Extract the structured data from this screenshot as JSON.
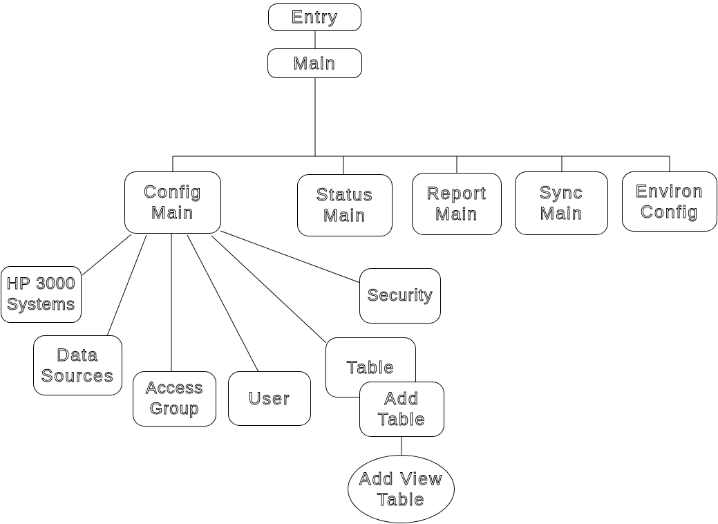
{
  "diagram": {
    "type": "hierarchy-tree",
    "colors": {
      "line": "#000000",
      "background": "#ffffff",
      "node_fill": "#ffffff"
    },
    "nodes": {
      "entry": {
        "label": "Entry",
        "shape": "rounded-rect",
        "lines": [
          "Entry"
        ]
      },
      "main": {
        "label": "Main",
        "shape": "rounded-rect",
        "lines": [
          "Main"
        ]
      },
      "config_main": {
        "label": "Config Main",
        "shape": "rounded-rect",
        "lines": [
          "Config",
          "Main"
        ]
      },
      "status_main": {
        "label": "Status Main",
        "shape": "rounded-rect",
        "lines": [
          "Status",
          "Main"
        ]
      },
      "report_main": {
        "label": "Report Main",
        "shape": "rounded-rect",
        "lines": [
          "Report",
          "Main"
        ]
      },
      "sync_main": {
        "label": "Sync Main",
        "shape": "rounded-rect",
        "lines": [
          "Sync",
          "Main"
        ]
      },
      "environ_config": {
        "label": "Environ Config",
        "shape": "rounded-rect",
        "lines": [
          "Environ",
          "Config"
        ]
      },
      "hp_3000_systems": {
        "label": "HP 3000 Systems",
        "shape": "rounded-rect",
        "lines": [
          "HP 3000",
          "Systems"
        ]
      },
      "data_sources": {
        "label": "Data Sources",
        "shape": "rounded-rect",
        "lines": [
          "Data",
          "Sources"
        ]
      },
      "access_group": {
        "label": "Access Group",
        "shape": "rounded-rect",
        "lines": [
          "Access",
          "Group"
        ]
      },
      "user": {
        "label": "User",
        "shape": "rounded-rect",
        "lines": [
          "User"
        ]
      },
      "security": {
        "label": "Security",
        "shape": "rounded-rect",
        "lines": [
          "Security"
        ]
      },
      "table": {
        "label": "Table",
        "shape": "rounded-rect",
        "lines": [
          "Table"
        ]
      },
      "add_table": {
        "label": "Add Table",
        "shape": "rounded-rect",
        "lines": [
          "Add",
          "Table"
        ]
      },
      "add_view_table": {
        "label": "Add View Table",
        "shape": "ellipse",
        "lines": [
          "Add View",
          "Table"
        ]
      }
    },
    "edges": [
      {
        "from": "entry",
        "to": "main"
      },
      {
        "from": "main",
        "to": "config_main"
      },
      {
        "from": "main",
        "to": "status_main"
      },
      {
        "from": "main",
        "to": "report_main"
      },
      {
        "from": "main",
        "to": "sync_main"
      },
      {
        "from": "main",
        "to": "environ_config"
      },
      {
        "from": "config_main",
        "to": "hp_3000_systems"
      },
      {
        "from": "config_main",
        "to": "data_sources"
      },
      {
        "from": "config_main",
        "to": "access_group"
      },
      {
        "from": "config_main",
        "to": "user"
      },
      {
        "from": "config_main",
        "to": "table"
      },
      {
        "from": "config_main",
        "to": "security"
      },
      {
        "from": "table",
        "to": "add_table",
        "type": "overlap"
      },
      {
        "from": "add_table",
        "to": "add_view_table"
      }
    ]
  }
}
